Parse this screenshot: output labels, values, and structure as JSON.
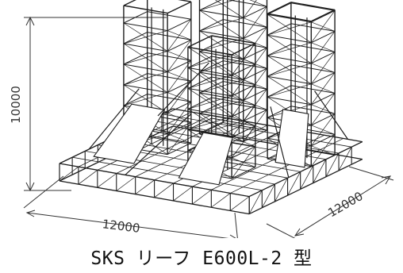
{
  "caption": "SKS リーフ E600L-2 型",
  "dimensions": {
    "height_label": "10000",
    "width_label": "12000",
    "depth_label": "12000"
  },
  "colors": {
    "line": "#1e1e1e",
    "dimension_line": "#333333",
    "background": "#ffffff"
  }
}
